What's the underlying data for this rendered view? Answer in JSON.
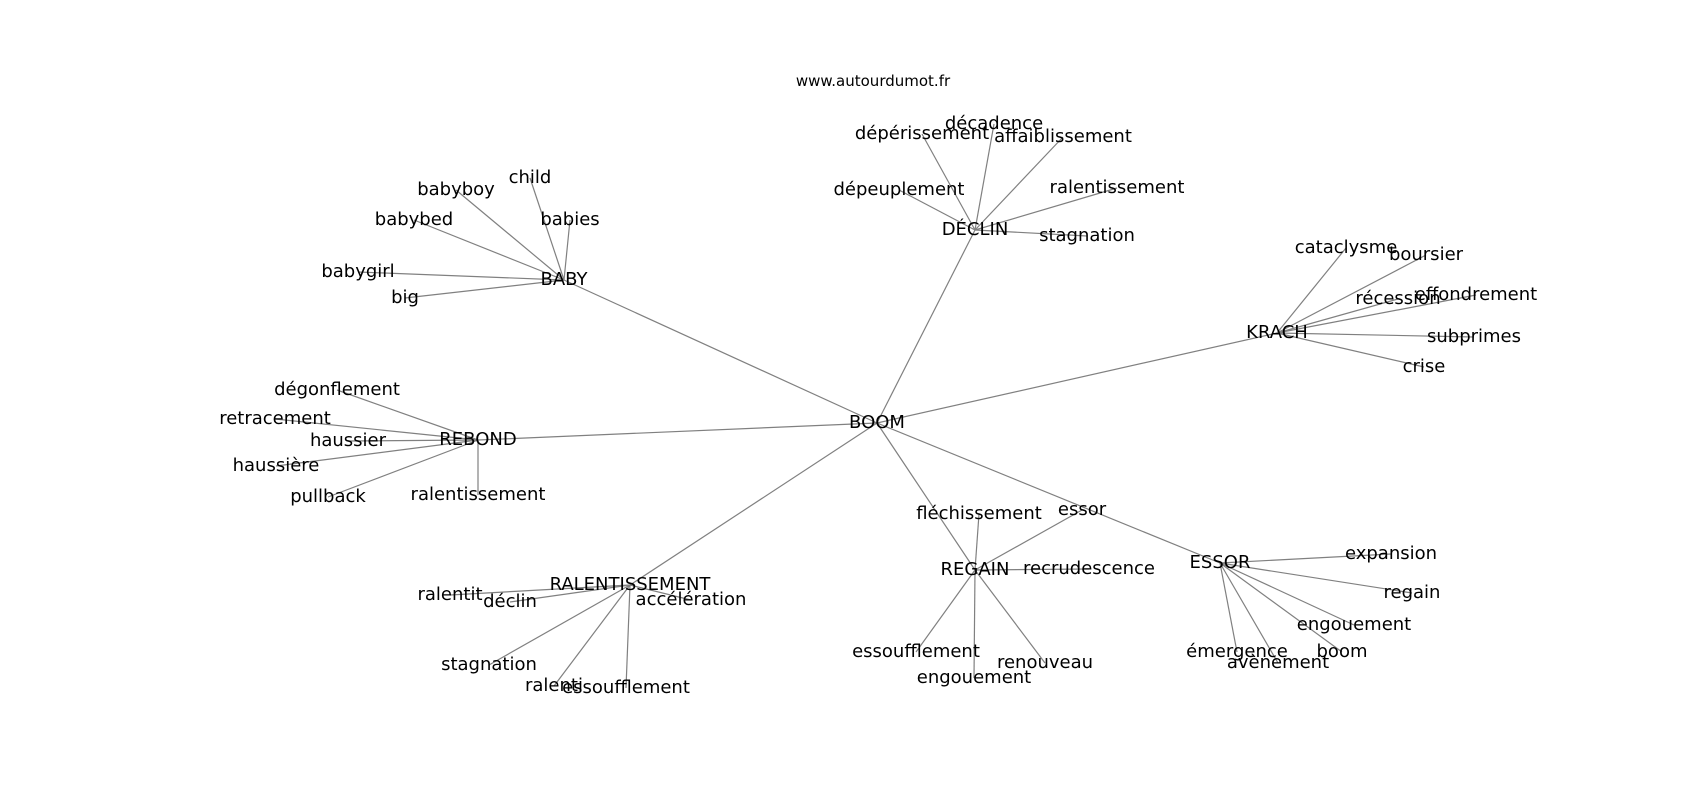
{
  "source": "www.autourdumot.fr",
  "center": "BOOM",
  "hubs": [
    {
      "id": "baby",
      "label": "BABY",
      "leaves": [
        "babyboy",
        "child",
        "babybed",
        "babies",
        "babygirl",
        "big"
      ]
    },
    {
      "id": "declin",
      "label": "DÉCLIN",
      "leaves": [
        "décadence",
        "dépérissement",
        "affaiblissement",
        "dépeuplement",
        "ralentissement",
        "stagnation"
      ]
    },
    {
      "id": "krach",
      "label": "KRACH",
      "leaves": [
        "cataclysme",
        "boursier",
        "récession",
        "effondrement",
        "subprimes",
        "crise"
      ]
    },
    {
      "id": "rebond",
      "label": "REBOND",
      "leaves": [
        "dégonflement",
        "retracement",
        "haussier",
        "haussière",
        "pullback",
        "ralentissement"
      ]
    },
    {
      "id": "ralentissement",
      "label": "RALENTISSEMENT",
      "leaves": [
        "ralentit",
        "déclin",
        "accélération",
        "stagnation",
        "ralenti",
        "essoufflement"
      ]
    },
    {
      "id": "regain",
      "label": "REGAIN",
      "leaves": [
        "fléchissement",
        "essor",
        "recrudescence",
        "essoufflement",
        "renouveau",
        "engouement"
      ]
    },
    {
      "id": "essor",
      "label": "ESSOR",
      "leaves": [
        "expansion",
        "regain",
        "engouement",
        "boom",
        "avènement",
        "émergence"
      ]
    }
  ]
}
